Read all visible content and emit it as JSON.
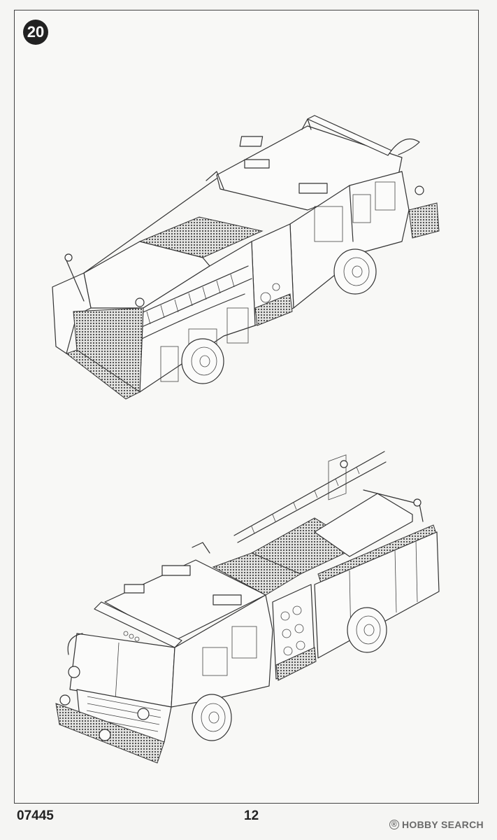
{
  "step": {
    "number": "20"
  },
  "footer": {
    "product_code": "07445",
    "page_number": "12"
  },
  "watermark": {
    "text": "HOBBY SEARCH"
  },
  "illustrations": [
    {
      "id": "rear-three-quarter-view",
      "icon": "fire-engine-rear-icon"
    },
    {
      "id": "front-three-quarter-view",
      "icon": "fire-engine-front-icon"
    }
  ]
}
